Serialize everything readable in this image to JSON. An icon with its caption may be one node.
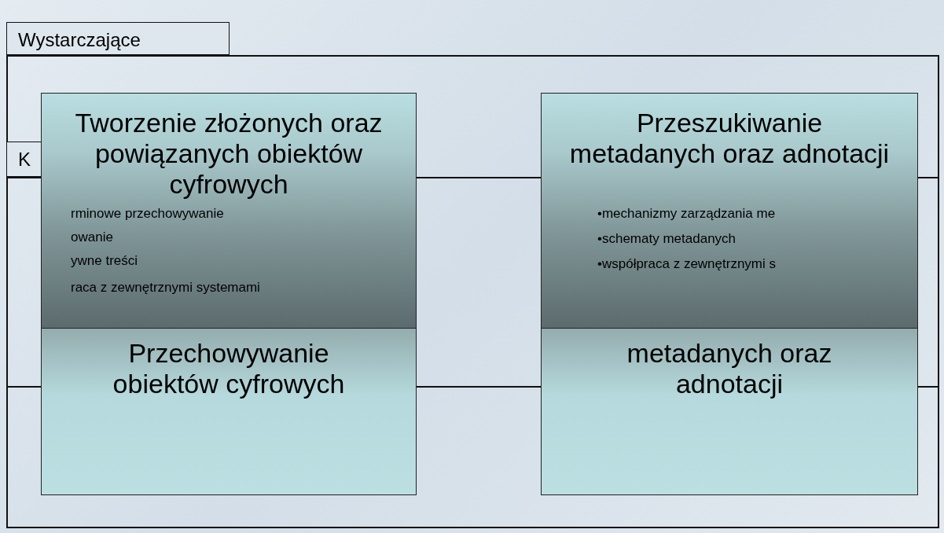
{
  "diagram": {
    "nodes": [
      {
        "text": [
          "Wystarczające"
        ]
      },
      {
        "text": [
          "K"
        ],
        "in": 0
      },
      {
        "text": [
          "Przechowywanie obiektów cyfrowych"
        ],
        "in": 0
      },
      {
        "text": [
          "Tworzenie złożonych oraz powiązanych obiektów cyfrowych"
        ],
        "in": 0
      },
      {
        "text": [
          "metadanych oraz adnotacji"
        ],
        "in": 0
      },
      {
        "text": [
          "Przeszukiwanie metadanych oraz adnotacji"
        ],
        "in": 0
      }
    ],
    "labels": [
      "rminowe przechowywanie",
      "owanie",
      "ywne treści",
      "raca z zewnętrznymi systemami",
      "•mechanizmy zarządzania me",
      "•schematy metadanych",
      "•współpraca z zewnętrznymi s"
    ]
  }
}
